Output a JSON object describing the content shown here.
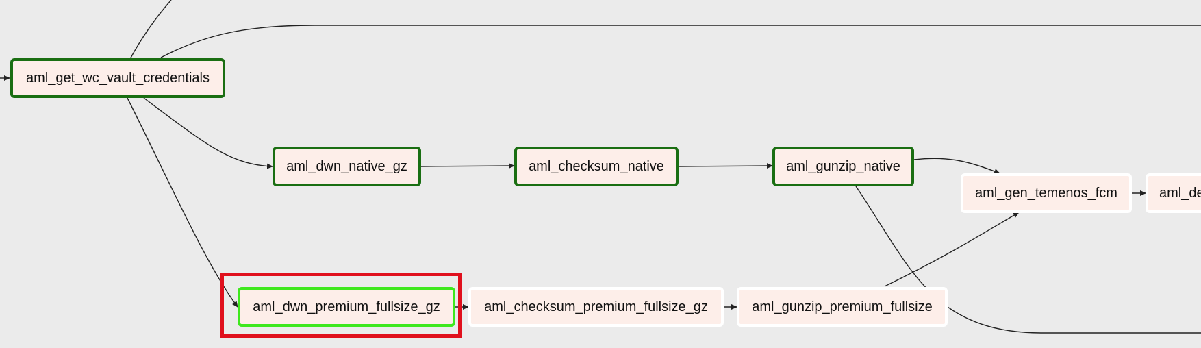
{
  "graph": {
    "nodes": {
      "get_wc_vault_credentials": {
        "label": "aml_get_wc_vault_credentials",
        "state": "success"
      },
      "dwn_native_gz": {
        "label": "aml_dwn_native_gz",
        "state": "success"
      },
      "checksum_native": {
        "label": "aml_checksum_native",
        "state": "success"
      },
      "gunzip_native": {
        "label": "aml_gunzip_native",
        "state": "success"
      },
      "gen_temenos_fcm": {
        "label": "aml_gen_temenos_fcm",
        "state": "none"
      },
      "de_partial": {
        "label": "aml_de",
        "state": "none"
      },
      "dwn_premium_fullsize_gz": {
        "label": "aml_dwn_premium_fullsize_gz",
        "state": "running"
      },
      "checksum_premium_fullsize_gz": {
        "label": "aml_checksum_premium_fullsize_gz",
        "state": "none"
      },
      "gunzip_premium_fullsize": {
        "label": "aml_gunzip_premium_fullsize",
        "state": "none"
      }
    },
    "selected_node": "dwn_premium_fullsize_gz",
    "colors": {
      "background": "#ebebeb",
      "node_fill": "#fdeee9",
      "success_border": "#1a6e12",
      "running_border": "#3ee81e",
      "no_status_border": "#ffffff",
      "selection_highlight": "#e0101d",
      "edge": "#222222"
    }
  }
}
